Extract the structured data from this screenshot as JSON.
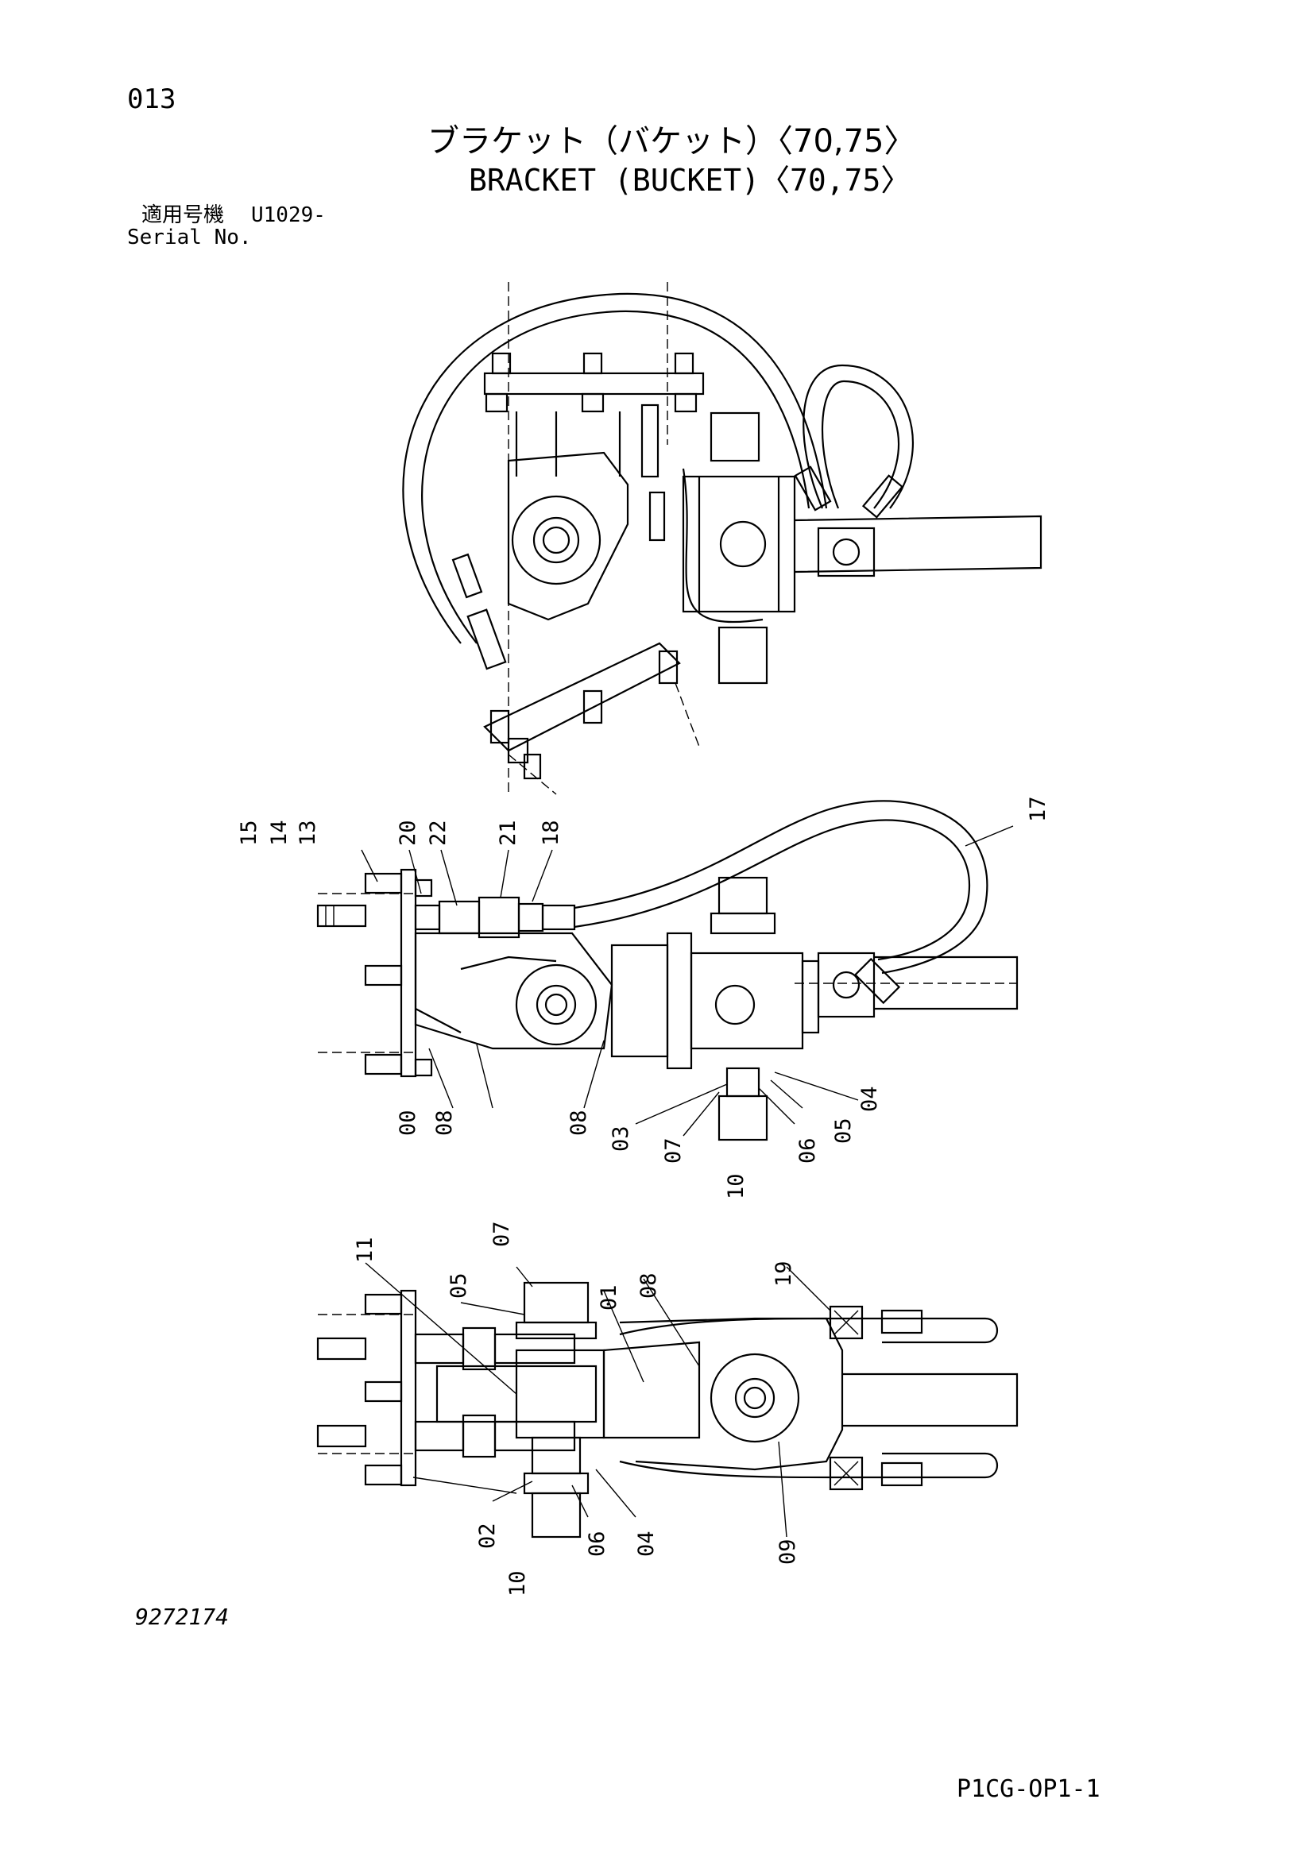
{
  "header": {
    "page_number": "013",
    "title_jp": "ブラケット（バケット）〈70,75〉",
    "title_en": "BRACKET (BUCKET)〈70,75〉",
    "serial_label_jp": "適用号機",
    "serial_value": "U1029-",
    "serial_label_en": "Serial No."
  },
  "footer": {
    "drawing_number": "9272174",
    "page_code": "P1CG-OP1-1"
  },
  "view2_callouts": [
    "15",
    "14",
    "13",
    "20",
    "22",
    "21",
    "18",
    "17",
    "00",
    "08",
    "08",
    "03",
    "07",
    "06",
    "05",
    "04",
    "10"
  ],
  "view3_callouts": [
    "11",
    "07",
    "05",
    "01",
    "08",
    "19",
    "09",
    "02",
    "10",
    "06",
    "04"
  ]
}
